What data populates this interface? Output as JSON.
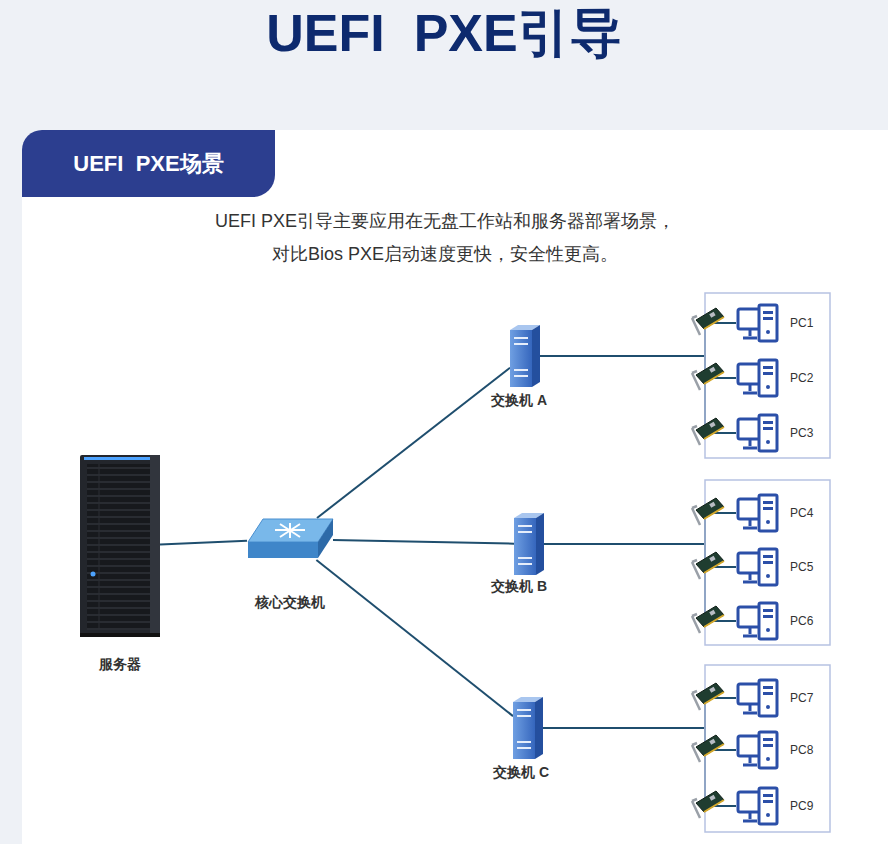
{
  "diagram": {
    "title": "UEFI  PXE引导",
    "nodes": [
      {
        "text": [
          "UEFI  PXE场景"
        ]
      },
      {
        "text": [
          "服务器"
        ]
      },
      {
        "text": [
          "核心交换机"
        ]
      },
      {
        "text": [
          "交换机 A"
        ]
      },
      {
        "text": [
          "交换机 B"
        ]
      },
      {
        "text": [
          "交换机 C"
        ]
      },
      {
        "text": [
          "PC1"
        ]
      },
      {
        "text": [
          "PC2"
        ]
      },
      {
        "text": [
          "PC3"
        ]
      },
      {
        "text": [
          "PC4"
        ]
      },
      {
        "text": [
          "PC5"
        ]
      },
      {
        "text": [
          "PC6"
        ]
      },
      {
        "text": [
          "PC7"
        ]
      },
      {
        "text": [
          "PC8"
        ]
      },
      {
        "text": [
          "PC9"
        ]
      }
    ],
    "edges": [
      {
        "from": 1,
        "to": 2,
        "arrow": "none"
      },
      {
        "from": 2,
        "to": 3,
        "arrow": "none"
      },
      {
        "from": 2,
        "to": 4,
        "arrow": "none"
      },
      {
        "from": 2,
        "to": 5,
        "arrow": "none"
      },
      {
        "from": 3,
        "to": 6,
        "arrow": "none"
      },
      {
        "from": 3,
        "to": 7,
        "arrow": "none"
      },
      {
        "from": 3,
        "to": 8,
        "arrow": "none"
      },
      {
        "from": 4,
        "to": 9,
        "arrow": "none"
      },
      {
        "from": 4,
        "to": 10,
        "arrow": "none"
      },
      {
        "from": 4,
        "to": 11,
        "arrow": "none"
      },
      {
        "from": 5,
        "to": 12,
        "arrow": "none"
      },
      {
        "from": 5,
        "to": 13,
        "arrow": "none"
      },
      {
        "from": 5,
        "to": 14,
        "arrow": "none"
      }
    ],
    "labels": [
      "UEFI  PXE引导主要应用在无盘工作站和服务器部署场景， 对比Bios PXE启动速度更快，安全性更高。"
    ]
  }
}
